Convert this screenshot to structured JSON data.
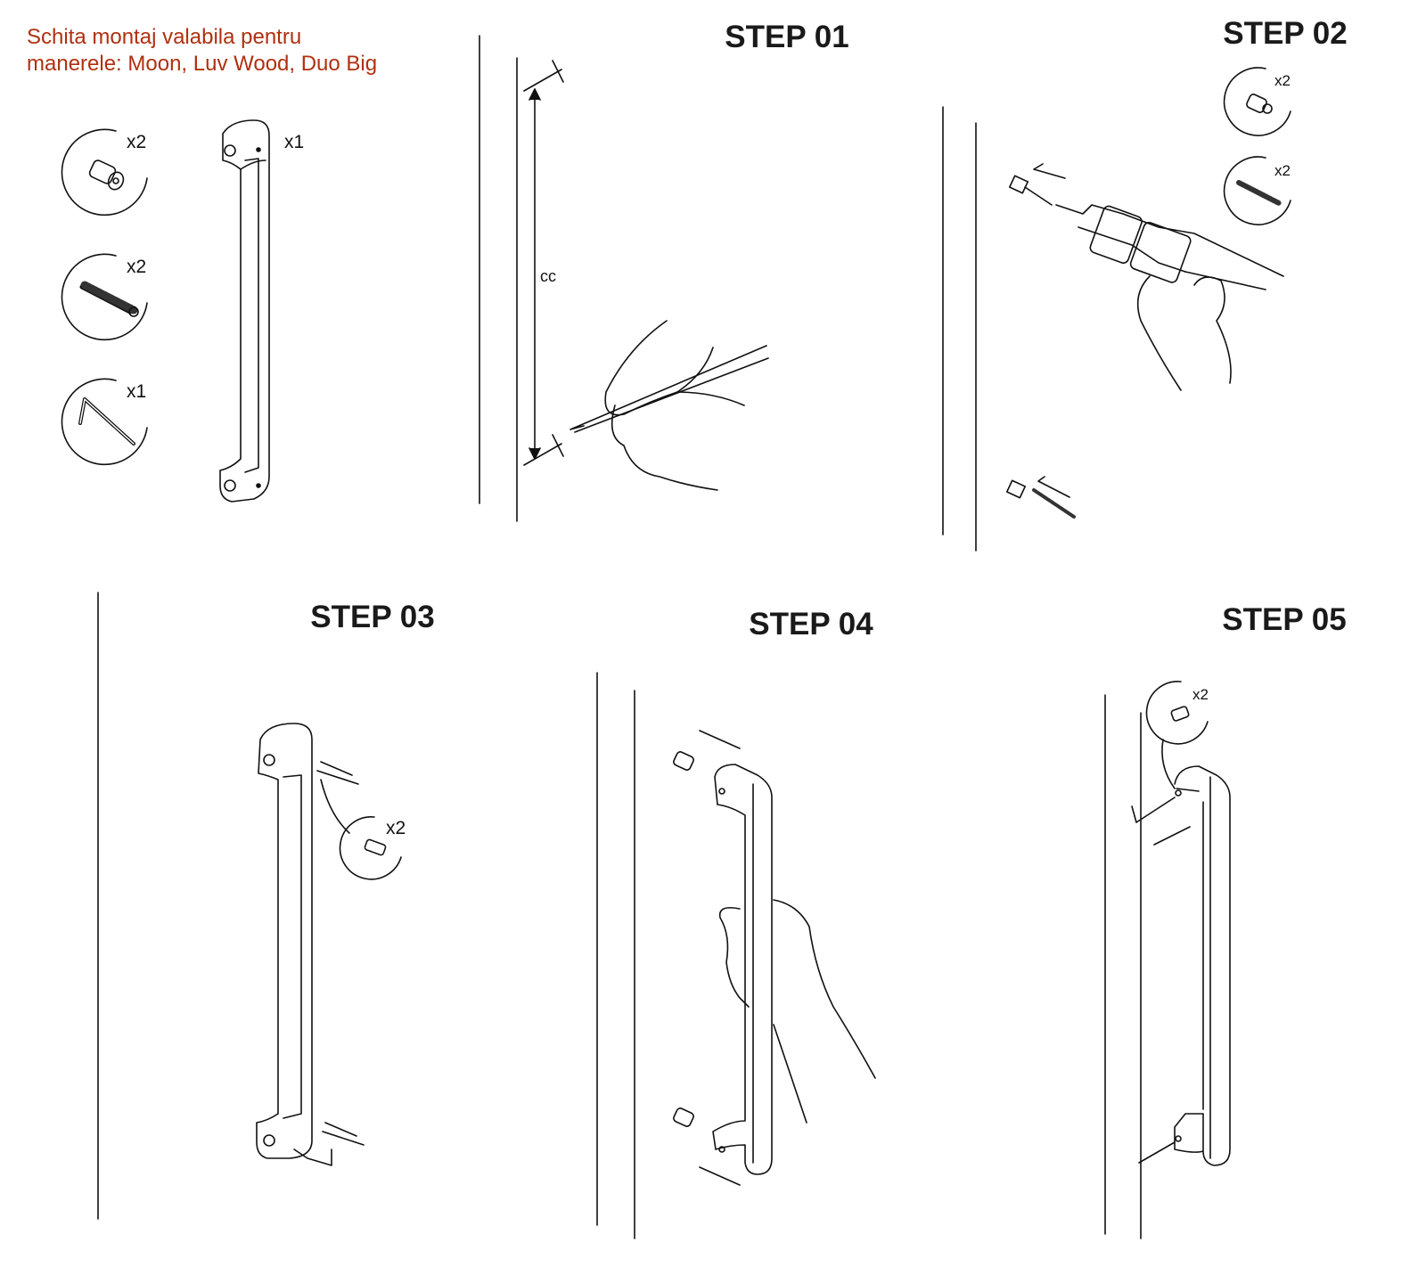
{
  "title": {
    "line1": "Schita montaj valabila pentru",
    "line2": "manerele: Moon, Luv Wood, Duo Big",
    "color": "#b0300f"
  },
  "parts": {
    "spacer_qty": "x2",
    "screw_qty": "x2",
    "allen_key_qty": "x1",
    "handle_qty": "x1"
  },
  "steps": {
    "step1": {
      "label": "STEP 01",
      "dimension_label": "cc"
    },
    "step2": {
      "label": "STEP 02",
      "spacer_qty": "x2",
      "screw_qty": "x2"
    },
    "step3": {
      "label": "STEP 03",
      "grub_screw_qty": "x2"
    },
    "step4": {
      "label": "STEP 04"
    },
    "step5": {
      "label": "STEP 05",
      "grub_screw_qty": "x2"
    }
  }
}
